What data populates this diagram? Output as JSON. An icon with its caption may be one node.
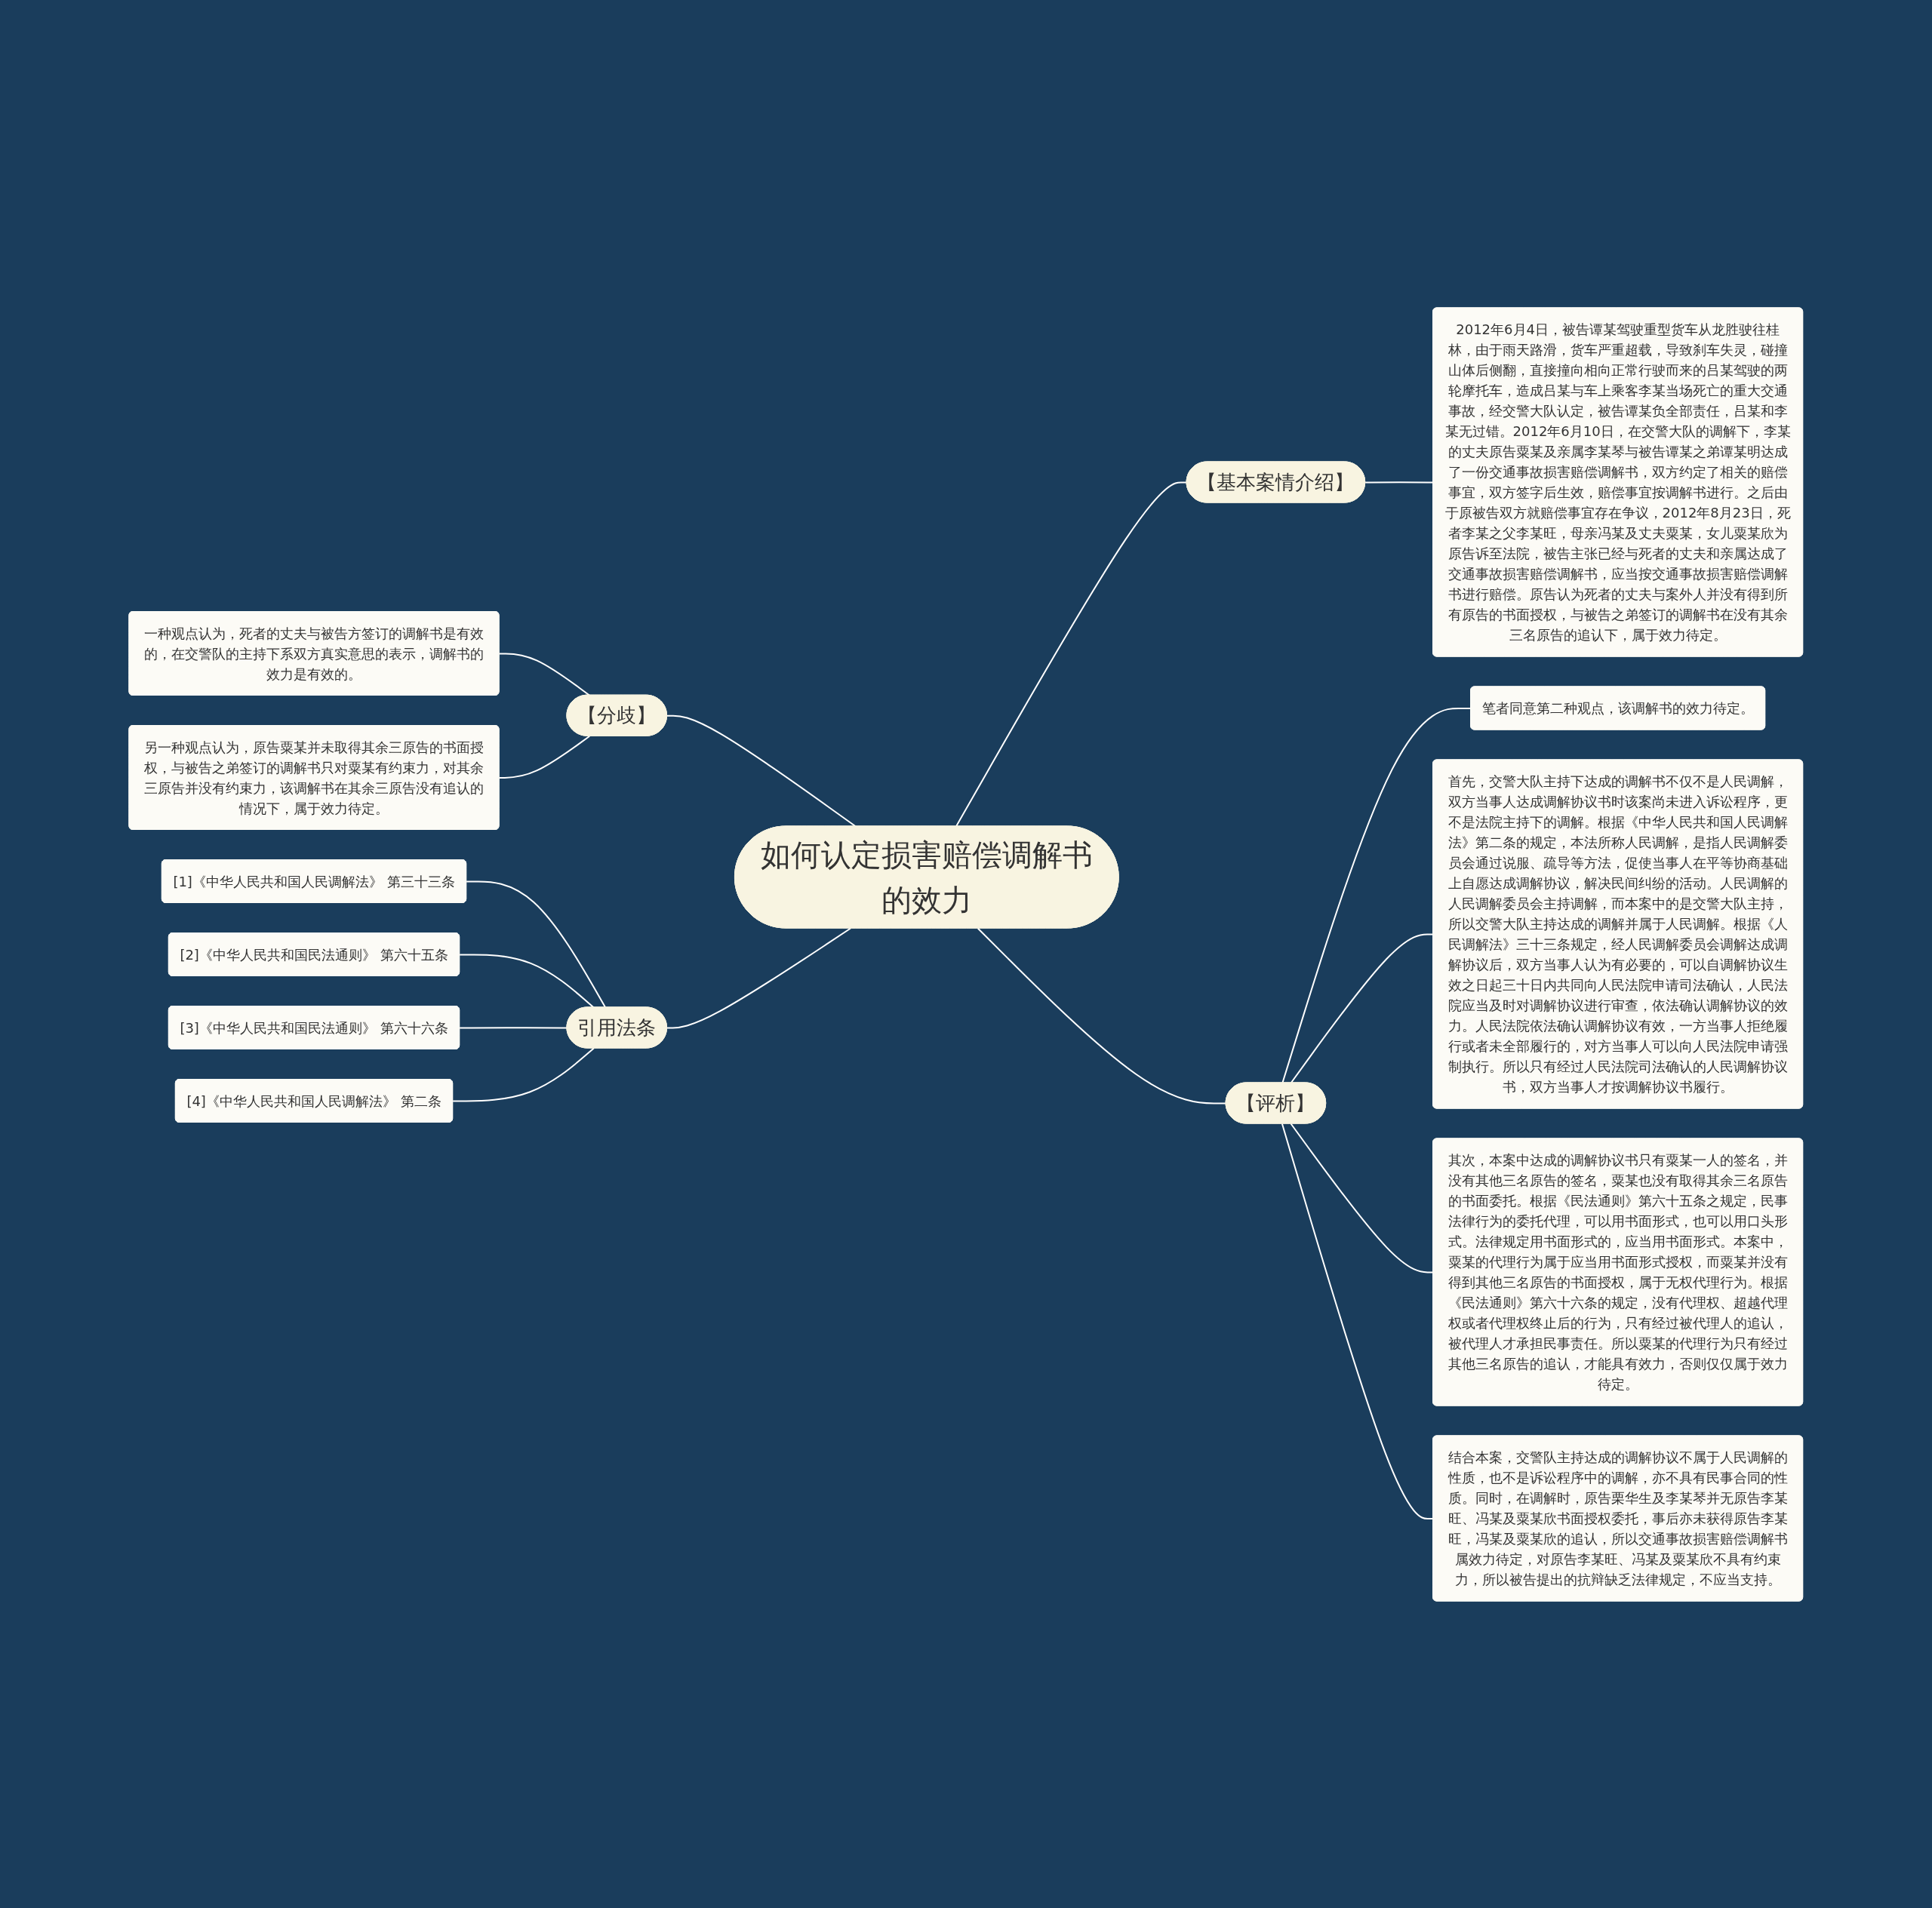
{
  "diagram": {
    "nodes": [
      {
        "text": [
          "如何认定损害赔偿调解书的效力"
        ]
      },
      {
        "text": [
          "【基本案情介绍】"
        ]
      },
      {
        "text": [
          "2012年6月4日，被告谭某驾驶重型货车从龙胜驶往桂林，由于雨天路滑，货车严重超载，导致刹车失灵，碰撞山体后侧翻，直接撞向相向正常行驶而来的吕某驾驶的两轮摩托车，造成吕某与车上乘客李某当场死亡的重大交通事故，经交警大队认定，被告谭某负全部责任，吕某和李某无过错。2012年6月10日，在交警大队的调解下，李某的丈夫原告粟某及亲属李某琴与被告谭某之弟谭某明达成了一份交通事故损害赔偿调解书，双方约定了相关的赔偿事宜，双方签字后生效，赔偿事宜按调解书进行。之后由于原被告双方就赔偿事宜存在争议，2012年8月23日，死者李某之父李某旺，母亲冯某及丈夫粟某，女儿粟某欣为原告诉至法院，被告主张已经与死者的丈夫和亲属达成了交通事故损害赔偿调解书，应当按交通事故损害赔偿调解书进行赔偿。原告认为死者的丈夫与案外人并没有得到所有原告的书面授权，与被告之弟签订的调解书在没有其余三名原告的追认下，属于效力待定。"
        ]
      },
      {
        "text": [
          "【分歧】"
        ]
      },
      {
        "text": [
          "一种观点认为，死者的丈夫与被告方签订的调解书是有效的，在交警队的主持下系双方真实意思的表示，调解书的效力是有效的。"
        ]
      },
      {
        "text": [
          "另一种观点认为，原告粟某并未取得其余三原告的书面授权，与被告之弟签订的调解书只对粟某有约束力，对其余三原告并没有约束力，该调解书在其余三原告没有追认的情况下，属于效力待定。"
        ]
      },
      {
        "text": [
          "引用法条"
        ]
      },
      {
        "text": [
          "[1]《中华人民共和国人民调解法》 第三十三条"
        ]
      },
      {
        "text": [
          "[2]《中华人民共和国民法通则》 第六十五条"
        ]
      },
      {
        "text": [
          "[3]《中华人民共和国民法通则》 第六十六条"
        ]
      },
      {
        "text": [
          "[4]《中华人民共和国人民调解法》 第二条"
        ]
      },
      {
        "text": [
          "【评析】"
        ]
      },
      {
        "text": [
          "笔者同意第二种观点，该调解书的效力待定。"
        ]
      },
      {
        "text": [
          "首先，交警大队主持下达成的调解书不仅不是人民调解，双方当事人达成调解协议书时该案尚未进入诉讼程序，更不是法院主持下的调解。根据《中华人民共和国人民调解法》第二条的规定，本法所称人民调解，是指人民调解委员会通过说服、疏导等方法，促使当事人在平等协商基础上自愿达成调解协议，解决民间纠纷的活动。人民调解的人民调解委员会主持调解，而本案中的是交警大队主持，所以交警大队主持达成的调解并属于人民调解。根据《人民调解法》三十三条规定，经人民调解委员会调解达成调解协议后，双方当事人认为有必要的，可以自调解协议生效之日起三十日内共同向人民法院申请司法确认，人民法院应当及时对调解协议进行审查，依法确认调解协议的效力。人民法院依法确认调解协议有效，一方当事人拒绝履行或者未全部履行的，对方当事人可以向人民法院申请强制执行。所以只有经过人民法院司法确认的人民调解协议书，双方当事人才按调解协议书履行。"
        ]
      },
      {
        "text": [
          "其次，本案中达成的调解协议书只有粟某一人的签名，并没有其他三名原告的签名，粟某也没有取得其余三名原告的书面委托。根据《民法通则》第六十五条之规定，民事法律行为的委托代理，可以用书面形式，也可以用口头形式。法律规定用书面形式的，应当用书面形式。本案中，粟某的代理行为属于应当用书面形式授权，而粟某并没有得到其他三名原告的书面授权，属于无权代理行为。根据《民法通则》第六十六条的规定，没有代理权、超越代理权或者代理权终止后的行为，只有经过被代理人的追认，被代理人才承担民事责任。所以粟某的代理行为只有经过其他三名原告的追认，才能具有效力，否则仅仅属于效力待定。"
        ]
      },
      {
        "text": [
          "结合本案，交警队主持达成的调解协议不属于人民调解的性质，也不是诉讼程序中的调解，亦不具有民事合同的性质。同时，在调解时，原告栗华生及李某琴并无原告李某旺、冯某及粟某欣书面授权委托，事后亦未获得原告李某旺，冯某及粟某欣的追认，所以交通事故损害赔偿调解书属效力待定，对原告李某旺、冯某及粟某欣不具有约束力，所以被告提出的抗辩缺乏法律规定，不应当支持。"
        ]
      }
    ],
    "edges": [
      {
        "from": 4,
        "to": 3,
        "arrow": "none"
      },
      {
        "from": 5,
        "to": 3,
        "arrow": "none"
      },
      {
        "from": 3,
        "to": 0,
        "arrow": "none"
      },
      {
        "from": 7,
        "to": 6,
        "arrow": "none"
      },
      {
        "from": 8,
        "to": 6,
        "arrow": "none"
      },
      {
        "from": 9,
        "to": 6,
        "arrow": "none"
      },
      {
        "from": 10,
        "to": 6,
        "arrow": "none"
      },
      {
        "from": 6,
        "to": 0,
        "arrow": "none"
      },
      {
        "from": 0,
        "to": 1,
        "arrow": "none"
      },
      {
        "from": 1,
        "to": 2,
        "arrow": "none"
      },
      {
        "from": 0,
        "to": 11,
        "arrow": "none"
      },
      {
        "from": 11,
        "to": 12,
        "arrow": "none"
      },
      {
        "from": 11,
        "to": 13,
        "arrow": "none"
      },
      {
        "from": 11,
        "to": 14,
        "arrow": "none"
      },
      {
        "from": 11,
        "to": 15,
        "arrow": "none"
      }
    ]
  }
}
